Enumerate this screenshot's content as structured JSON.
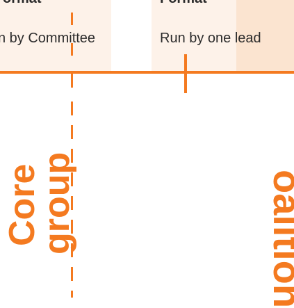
{
  "header": {
    "left_fragment": "ormat",
    "right_fragment": "Format",
    "left_text": "n by Committee",
    "right_text": "Run by one lead"
  },
  "labels": {
    "core": "Core",
    "group": "group",
    "coalition": "oalition"
  },
  "colors": {
    "accent": "#f47a20",
    "panel_light": "#fdf2e9",
    "panel_mid": "#fbe4d0",
    "text": "#2b2b2b"
  }
}
